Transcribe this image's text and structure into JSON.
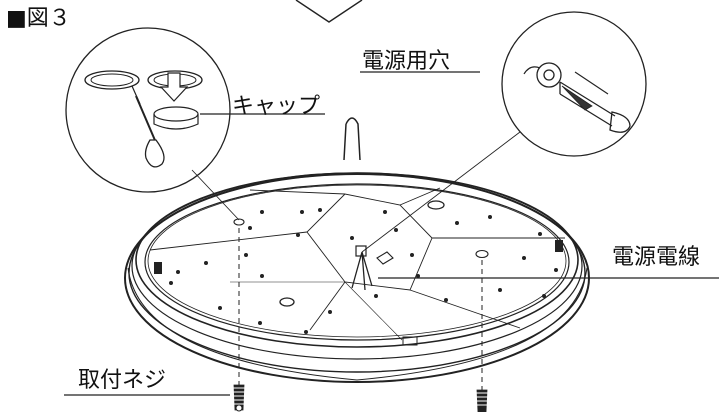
{
  "figure": {
    "title": "■図３"
  },
  "labels": {
    "cap": "キャップ",
    "power_hole": "電源用穴",
    "power_wire": "電源電線",
    "mount_screws": "取付ネジ"
  },
  "icons": {
    "ceiling_ring": "ring-fixture-icon",
    "cap_inset": "cap-removal-detail-icon",
    "hole_inset": "cutter-detail-icon",
    "screw": "screw-icon"
  }
}
